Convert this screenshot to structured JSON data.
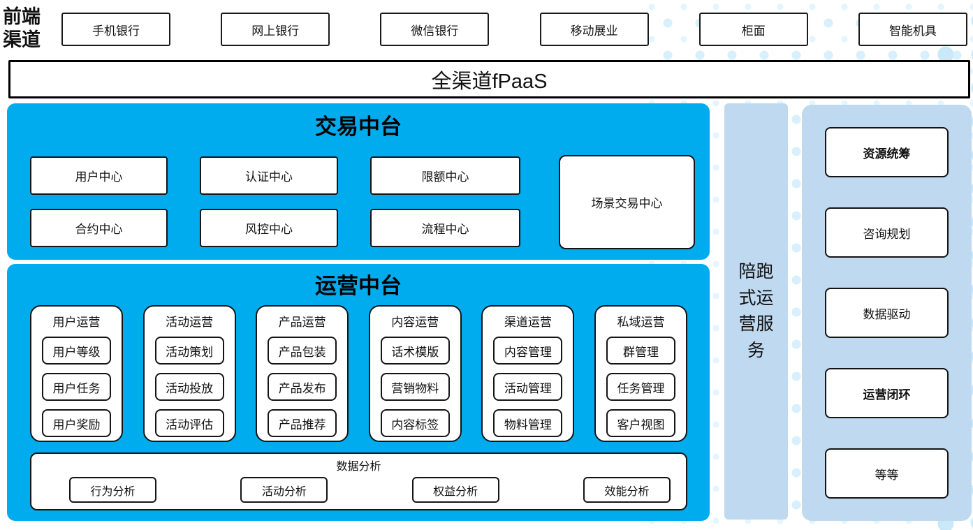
{
  "colors": {
    "primary_blue": "#00acee",
    "light_blue": "#bfd9f0",
    "dot_color": "#d7f0fb",
    "border": "#141414"
  },
  "front_channels": {
    "label": "前端渠道",
    "items": [
      "手机银行",
      "网上银行",
      "微信银行",
      "移动展业",
      "柜面",
      "智能机具"
    ]
  },
  "fpaas_bar": {
    "label": "全渠道fPaaS"
  },
  "trade_platform": {
    "title": "交易中台",
    "centers": [
      "用户中心",
      "认证中心",
      "限额中心",
      "合约中心",
      "风控中心",
      "流程中心"
    ],
    "scene_center": "场景交易中心"
  },
  "ops_platform": {
    "title": "运营中台",
    "groups": [
      {
        "label": "用户运营",
        "items": [
          "用户等级",
          "用户任务",
          "用户奖励"
        ]
      },
      {
        "label": "活动运营",
        "items": [
          "活动策划",
          "活动投放",
          "活动评估"
        ]
      },
      {
        "label": "产品运营",
        "items": [
          "产品包装",
          "产品发布",
          "产品推荐"
        ]
      },
      {
        "label": "内容运营",
        "items": [
          "话术模版",
          "营销物料",
          "内容标签"
        ]
      },
      {
        "label": "渠道运营",
        "items": [
          "内容管理",
          "活动管理",
          "物料管理"
        ]
      },
      {
        "label": "私域运营",
        "items": [
          "群管理",
          "任务管理",
          "客户视图"
        ]
      }
    ],
    "analysis": {
      "title": "数据分析",
      "items": [
        "行为分析",
        "活动分析",
        "权益分析",
        "效能分析"
      ]
    }
  },
  "service_strip": {
    "label": "陪跑式运营服务"
  },
  "service_panel": {
    "items": [
      "资源统筹",
      "咨询规划",
      "数据驱动",
      "运营闭环",
      "等等"
    ]
  }
}
